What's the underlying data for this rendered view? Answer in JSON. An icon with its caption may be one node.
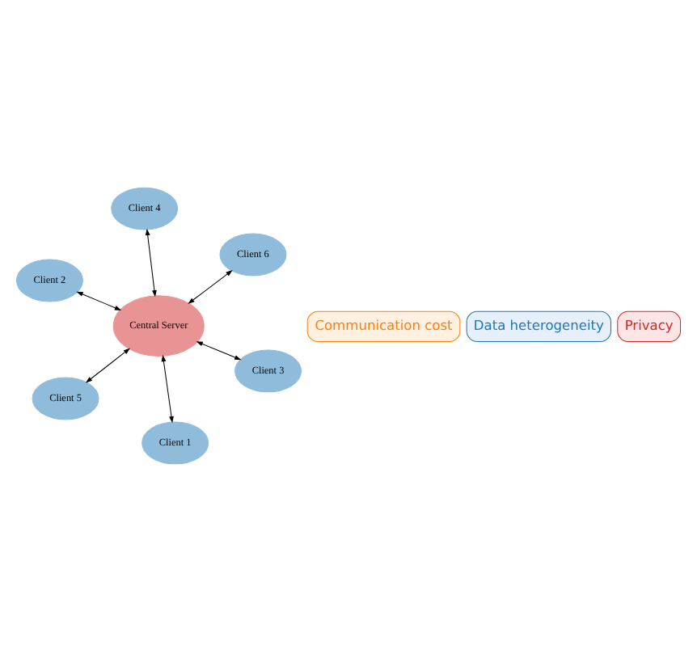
{
  "diagram": {
    "nodes": [
      {
        "text": [
          "Client 2"
        ]
      },
      {
        "text": [
          "Client 3"
        ]
      },
      {
        "text": [
          "Client 1"
        ]
      },
      {
        "text": [
          "Central Server"
        ]
      },
      {
        "text": [
          "Client 6"
        ]
      },
      {
        "text": [
          "Client 4"
        ]
      },
      {
        "text": [
          "Client 5"
        ]
      },
      {
        "text": [
          "Privacy"
        ]
      },
      {
        "text": [
          "Communication cost"
        ]
      },
      {
        "text": [
          "Data heterogeneity"
        ]
      }
    ],
    "edges": [
      {
        "from": 3,
        "to": 0,
        "arrow": "both"
      },
      {
        "from": 3,
        "to": 1,
        "arrow": "both"
      },
      {
        "from": 3,
        "to": 2,
        "arrow": "both"
      },
      {
        "from": 3,
        "to": 4,
        "arrow": "both"
      },
      {
        "from": 3,
        "to": 5,
        "arrow": "both"
      },
      {
        "from": 3,
        "to": 6,
        "arrow": "both"
      }
    ]
  }
}
